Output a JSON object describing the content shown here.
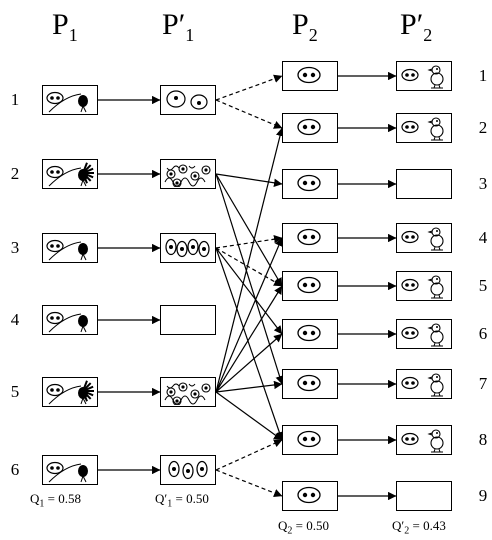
{
  "columns": [
    {
      "id": "p1",
      "letter": "P",
      "prime": "",
      "sub": "1"
    },
    {
      "id": "p1p",
      "letter": "P",
      "prime": "′",
      "sub": "1"
    },
    {
      "id": "p2",
      "letter": "P",
      "prime": "",
      "sub": "2"
    },
    {
      "id": "p2p",
      "letter": "P",
      "prime": "′",
      "sub": "2"
    }
  ],
  "left_row_numbers": [
    "1",
    "2",
    "3",
    "4",
    "5",
    "6"
  ],
  "right_row_numbers": [
    "1",
    "2",
    "3",
    "4",
    "5",
    "6",
    "7",
    "8",
    "9"
  ],
  "quality_labels": {
    "p1": {
      "letter": "Q",
      "prime": "",
      "sub": "1",
      "value": " = 0.58"
    },
    "p1p": {
      "letter": "Q",
      "prime": "′",
      "sub": "1",
      "value": " = 0.50"
    },
    "p2": {
      "letter": "Q",
      "prime": "",
      "sub": "2",
      "value": " = 0.50"
    },
    "p2p": {
      "letter": "Q",
      "prime": "′",
      "sub": "2",
      "value": " = 0.43"
    }
  },
  "p1_individuals": [
    "plain",
    "feathery",
    "plain",
    "plain",
    "feathery",
    "plain"
  ],
  "p1p_individuals": [
    "two-eggs",
    "tangled-eggs",
    "many-eggs",
    "empty",
    "tangled-eggs",
    "three-eggs"
  ],
  "p2_individuals": [
    "egg",
    "egg",
    "egg",
    "egg",
    "egg",
    "egg",
    "egg",
    "egg",
    "egg"
  ],
  "p2p_individuals": [
    "chick",
    "chick",
    "empty",
    "chick",
    "chick",
    "chick",
    "chick",
    "chick",
    "empty"
  ],
  "solid_links": [
    [
      2,
      3
    ],
    [
      2,
      5
    ],
    [
      2,
      7
    ],
    [
      3,
      6
    ],
    [
      3,
      8
    ],
    [
      5,
      2
    ],
    [
      5,
      4
    ],
    [
      5,
      5
    ],
    [
      5,
      6
    ],
    [
      5,
      7
    ],
    [
      5,
      8
    ]
  ],
  "dashed_links": [
    [
      1,
      1
    ],
    [
      1,
      2
    ],
    [
      3,
      4
    ],
    [
      3,
      5
    ],
    [
      6,
      8
    ],
    [
      6,
      9
    ]
  ],
  "arrow_style": {
    "solid": "#000000",
    "dashed": "#000000"
  }
}
